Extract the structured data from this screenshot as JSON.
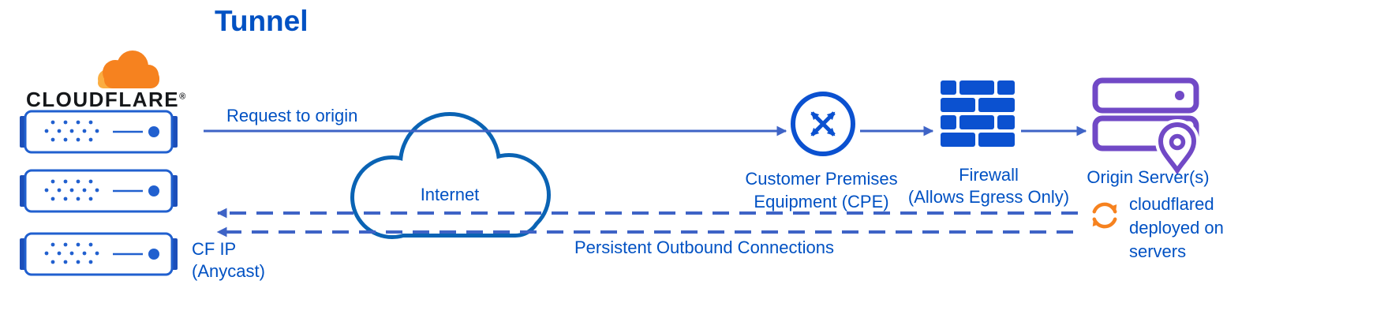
{
  "title": "Tunnel",
  "logo": {
    "brand": "CLOUDFLARE",
    "registered": "®"
  },
  "labels": {
    "request_to_origin": "Request to origin",
    "internet": "Internet",
    "cpe": [
      "Customer Premises",
      "Equipment (CPE)"
    ],
    "firewall": [
      "Firewall",
      "(Allows Egress Only)"
    ],
    "origin": "Origin Server(s)",
    "cloudflared": [
      "cloudflared",
      "deployed on",
      "servers"
    ],
    "persistent": "Persistent Outbound Connections",
    "cf_ip": [
      "CF IP",
      "(Anycast)"
    ]
  },
  "colors": {
    "text-blue": "#0051c3",
    "line-blue": "#3e63c6",
    "icon-blue": "#0b51d0",
    "cloud-blue": "#0a63b4",
    "purple": "#7149c6",
    "orange": "#f6821f",
    "orange-light": "#fbad41",
    "wordmark-dark": "#15171a",
    "server-blue": "#2160cf",
    "server-tab-blue": "#1c4fba"
  }
}
